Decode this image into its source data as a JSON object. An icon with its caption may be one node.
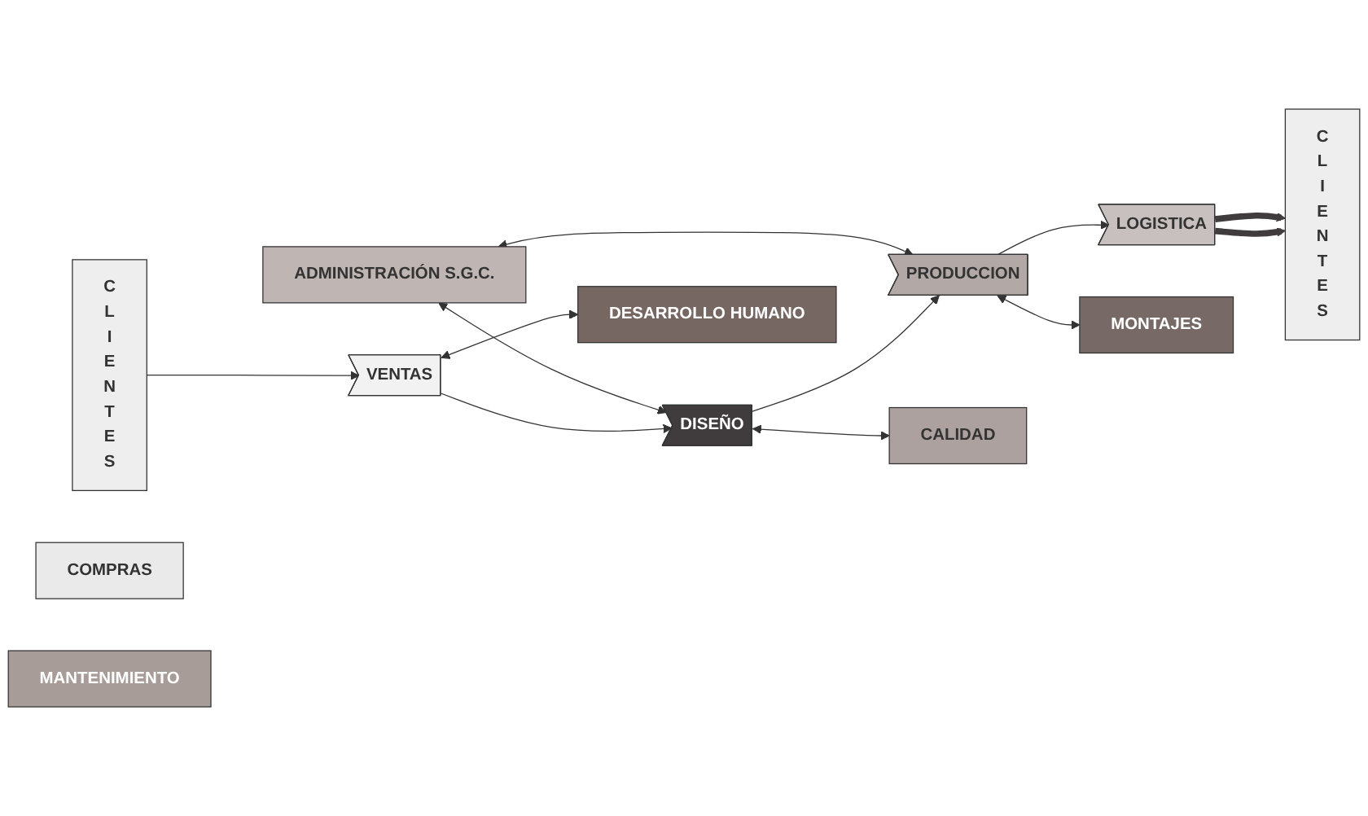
{
  "diagram": {
    "nodes": [
      {
        "text": [
          "C L I E N T E S"
        ]
      },
      {
        "text": [
          "ADMINISTRACIÓN S.G.C."
        ]
      },
      {
        "text": [
          "VENTAS"
        ]
      },
      {
        "text": [
          "DISEÑO"
        ]
      },
      {
        "text": [
          "PRODUCCION"
        ]
      },
      {
        "text": [
          "LOGISTICA"
        ]
      },
      {
        "text": [
          "C L I E N T E S"
        ]
      },
      {
        "text": [
          "DESARROLLO HUMANO"
        ]
      },
      {
        "text": [
          "CALIDAD"
        ]
      },
      {
        "text": [
          "MONTAJES"
        ]
      },
      {
        "text": [
          "COMPRAS"
        ]
      },
      {
        "text": [
          "MANTENIMIENTO"
        ]
      }
    ],
    "edges": [
      {
        "from": 0,
        "to": 2,
        "arrow": "to"
      },
      {
        "from": 2,
        "to": 3,
        "arrow": "to"
      },
      {
        "from": 3,
        "to": 4,
        "arrow": "to"
      },
      {
        "from": 4,
        "to": 5,
        "arrow": "to"
      },
      {
        "from": 5,
        "to": 6,
        "arrow": "to",
        "style": "thick",
        "color": "#403c3d"
      },
      {
        "from": 5,
        "to": 6,
        "arrow": "to",
        "style": "thick",
        "color": "#403c3d"
      },
      {
        "from": 1,
        "to": 3,
        "arrow": "both"
      },
      {
        "from": 1,
        "to": 4,
        "arrow": "both"
      },
      {
        "from": 2,
        "to": 7,
        "arrow": "both"
      },
      {
        "from": 3,
        "to": 8,
        "arrow": "both"
      },
      {
        "from": 4,
        "to": 9,
        "arrow": "both"
      }
    ]
  }
}
